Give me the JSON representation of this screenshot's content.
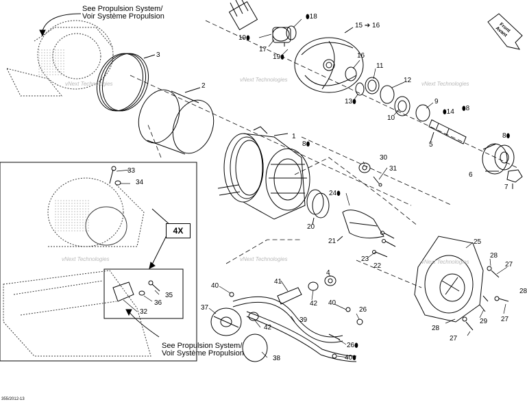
{
  "references": {
    "top": [
      "See Propulsion System/",
      "Voir Système Propulsion"
    ],
    "bottom": [
      "See Propulsion System/",
      "Voir Système Propulsion"
    ]
  },
  "direction": [
    "Front",
    "Avant"
  ],
  "inset_badge": "4X",
  "watermark": "vNext Technologies",
  "drawing_code": "355/2012-13",
  "callouts": {
    "c1": "1",
    "c2": "2",
    "c3": "3",
    "c4": "4",
    "c5": "5",
    "c6": "6",
    "c7": "7",
    "c8a": "8",
    "c8b": "8",
    "c8c": "8",
    "c9": "9",
    "c10": "10",
    "c11": "11",
    "c12": "12",
    "c13": "13",
    "c14": "14",
    "c15": "15 ➔ 16",
    "c16": "16",
    "c17": "17",
    "c18": "18",
    "c19a": "19",
    "c19b": "19",
    "c20": "20",
    "c21": "21",
    "c22": "22",
    "c23": "23",
    "c24": "24",
    "c25": "25",
    "c26a": "26",
    "c26b": "26",
    "c27a": "27",
    "c27b": "27",
    "c27c": "27",
    "c28a": "28",
    "c28b": "28",
    "c28c": "28",
    "c29": "29",
    "c30": "30",
    "c31": "31",
    "c32": "32",
    "c33": "33",
    "c34": "34",
    "c35": "35",
    "c36": "36",
    "c37": "37",
    "c38": "38",
    "c39": "39",
    "c40a": "40",
    "c40b": "40",
    "c40c": "40",
    "c41": "41",
    "c42a": "42",
    "c42b": "42"
  },
  "lube_mark": "⬮"
}
